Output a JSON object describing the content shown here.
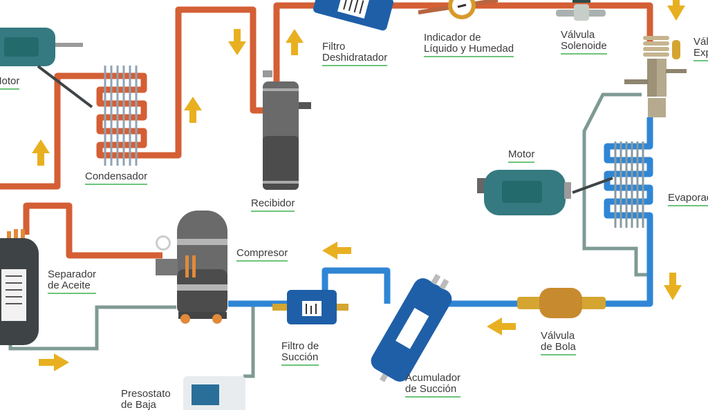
{
  "colors": {
    "high_pressure_line": "#d45f35",
    "low_pressure_line": "#2f86d4",
    "control_line": "#7f9a94",
    "flow_arrow": "#e8b020",
    "label_underline": "#6cc47a",
    "motor": "#357a80",
    "filter": "#1f5fa8"
  },
  "labels": {
    "motor_condensador": [
      "Motor"
    ],
    "condensador": [
      "Condensador"
    ],
    "recibidor": [
      "Recibidor"
    ],
    "filtro_deshidratador": [
      "Filtro",
      "Deshidratador"
    ],
    "indicador": [
      "Indicador de",
      "Líquido y Humedad"
    ],
    "valvula_solenoide": [
      "Válvula",
      "Solenoide"
    ],
    "valvula_expansion": [
      "Válvula",
      "Expansión"
    ],
    "motor_evaporador": [
      "Motor"
    ],
    "evaporador": [
      "Evaporador"
    ],
    "separador": [
      "Separador",
      "de Aceite"
    ],
    "compresor": [
      "Compresor"
    ],
    "filtro_succion": [
      "Filtro de",
      "Succión"
    ],
    "acumulador": [
      "Acumulador",
      "de Succión"
    ],
    "valvula_bola": [
      "Válvula",
      "de Bola"
    ],
    "presostato": [
      "Presostato",
      "de Baja"
    ]
  }
}
